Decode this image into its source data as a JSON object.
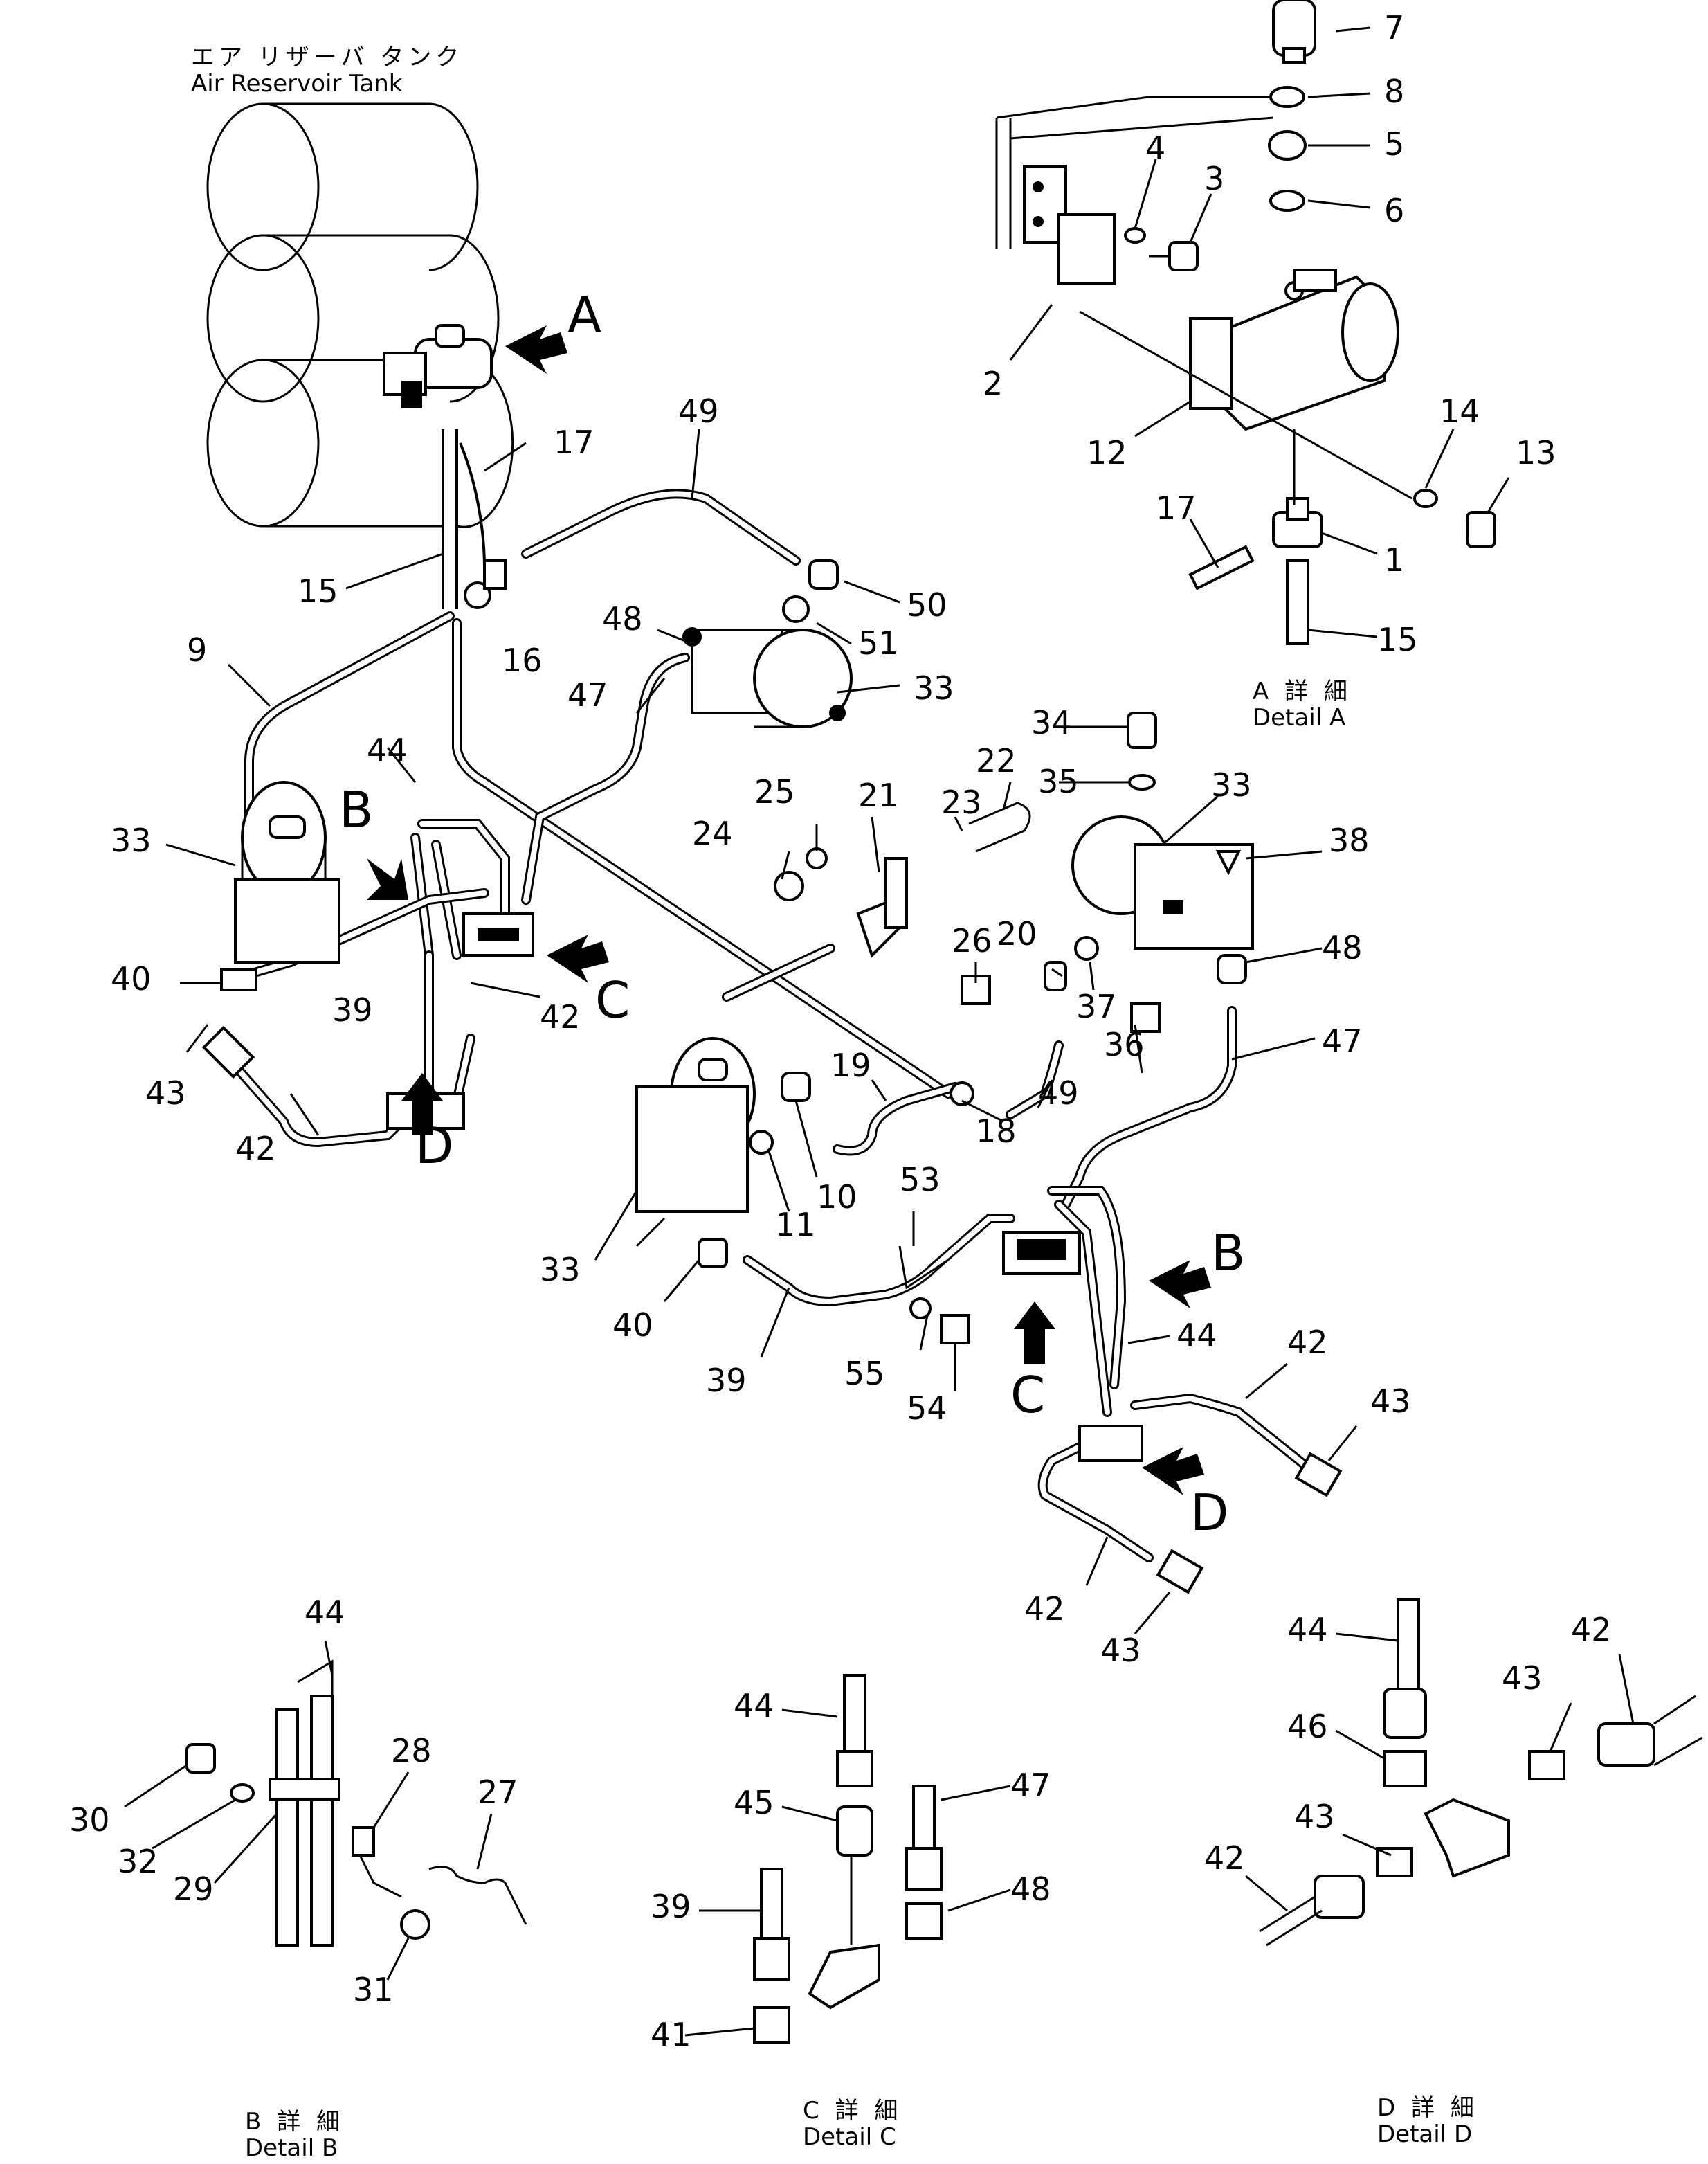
{
  "captions": {
    "tank_jp": "エア リザーバ タンク",
    "tank_en": "Air Reservoir Tank",
    "detail_a_jp": "A 詳 細",
    "detail_a_en": "Detail A",
    "detail_b_jp": "B 詳 細",
    "detail_b_en": "Detail B",
    "detail_c_jp": "C 詳 細",
    "detail_c_en": "Detail C",
    "detail_d_jp": "D 詳 細",
    "detail_d_en": "Detail D"
  },
  "view_letters": {
    "a": "A",
    "b_left": "B",
    "c_left": "C",
    "d_left": "D",
    "b_right": "B",
    "c_right": "C",
    "d_right": "D"
  },
  "callouts": {
    "c1": "1",
    "c2": "2",
    "c3": "3",
    "c4": "4",
    "c5": "5",
    "c6": "6",
    "c7": "7",
    "c8": "8",
    "c9": "9",
    "c10": "10",
    "c11": "11",
    "c12": "12",
    "c13": "13",
    "c14": "14",
    "c15a": "15",
    "c15b": "15",
    "c16": "16",
    "c17a": "17",
    "c17b": "17",
    "c18": "18",
    "c19": "19",
    "c20": "20",
    "c21": "21",
    "c22": "22",
    "c23": "23",
    "c24": "24",
    "c25": "25",
    "c26": "26",
    "c27": "27",
    "c28": "28",
    "c29": "29",
    "c30": "30",
    "c31": "31",
    "c32": "32",
    "c33a": "33",
    "c33b": "33",
    "c33c": "33",
    "c33d": "33",
    "c34": "34",
    "c35": "35",
    "c36": "36",
    "c37": "37",
    "c38": "38",
    "c39a": "39",
    "c39b": "39",
    "c39c": "39",
    "c40a": "40",
    "c40b": "40",
    "c41": "41",
    "c42a": "42",
    "c42b": "42",
    "c42c": "42",
    "c42d": "42",
    "c42e": "42",
    "c42f": "42",
    "c43a": "43",
    "c43b": "43",
    "c43c": "43",
    "c43d": "43",
    "c43e": "43",
    "c44a": "44",
    "c44b": "44",
    "c44c": "44",
    "c44d": "44",
    "c44e": "44",
    "c45": "45",
    "c46": "46",
    "c47a": "47",
    "c47b": "47",
    "c47c": "47",
    "c48a": "48",
    "c48b": "48",
    "c48c": "48",
    "c49a": "49",
    "c49b": "49",
    "c50": "50",
    "c51": "51",
    "c53": "53",
    "c54": "54",
    "c55": "55"
  }
}
